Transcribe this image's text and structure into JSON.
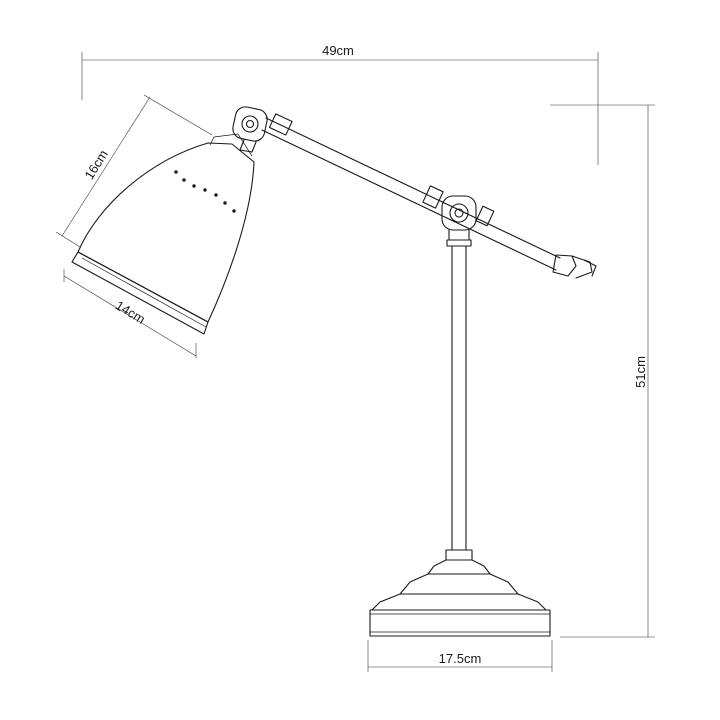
{
  "dimensions": {
    "total_width": "49cm",
    "shade_height": "16cm",
    "shade_width": "14cm",
    "total_height": "51cm",
    "base_width": "17.5cm"
  },
  "colors": {
    "line": "#1a1a1a",
    "background": "#ffffff"
  }
}
